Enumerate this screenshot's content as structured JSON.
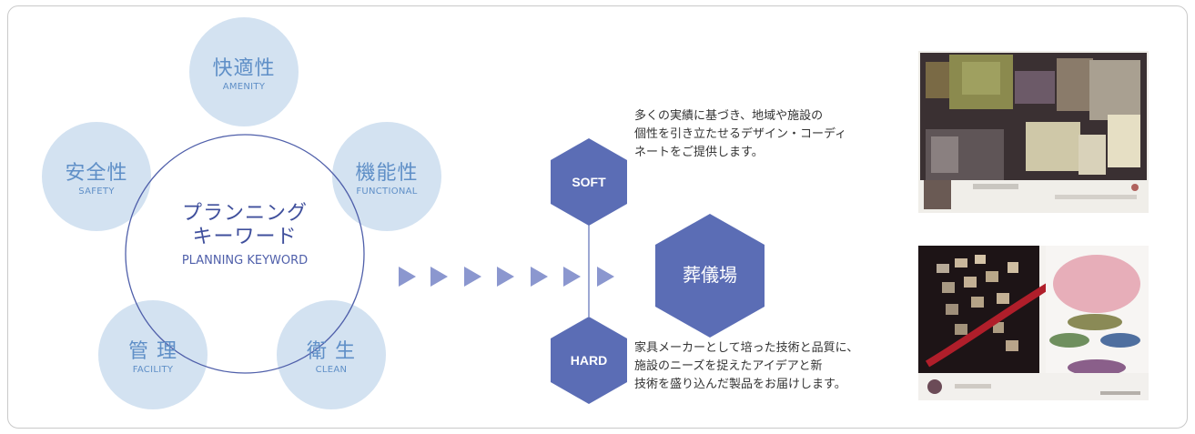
{
  "keywords": {
    "center": {
      "jp_line1": "プランニング",
      "jp_line2": "キーワード",
      "en": "PLANNING KEYWORD"
    },
    "items": [
      {
        "jp": "快適性",
        "en": "AMENITY"
      },
      {
        "jp": "機能性",
        "en": "FUNCTIONAL"
      },
      {
        "jp": "衛 生",
        "en": "CLEAN"
      },
      {
        "jp": "管 理",
        "en": "FACILITY"
      },
      {
        "jp": "安全性",
        "en": "SAFETY"
      }
    ]
  },
  "soft": {
    "label": "SOFT",
    "desc_lines": [
      "多くの実績に基づき、地域や施設の",
      "個性を引き立たせるデザイン・コーディ",
      "ネートをご提供します。"
    ]
  },
  "hard": {
    "label": "HARD",
    "desc_lines": [
      "家具メーカーとして培った技術と品質に、",
      "施設のニーズを捉えたアイデアと新",
      "技術を盛り込んだ製品をお届けします。"
    ]
  },
  "target": {
    "label": "葬儀場"
  },
  "colors": {
    "hex": "#5b6db5",
    "bubble": "#d3e2f1",
    "bubble_text": "#5f8fc7",
    "ring": "#4f5faa",
    "arrow": "#8b97cf"
  }
}
